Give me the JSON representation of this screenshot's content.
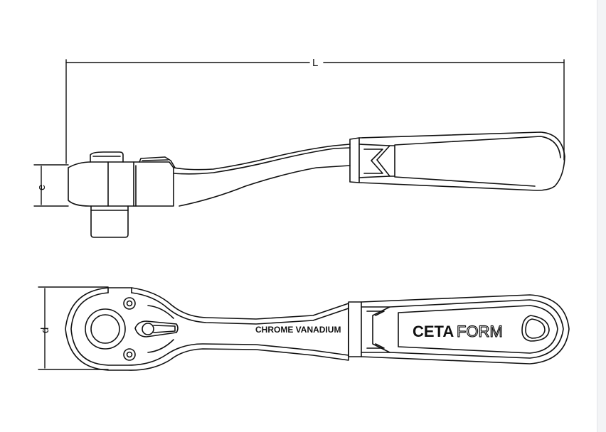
{
  "dimensions": {
    "length_label": "L",
    "height_label": "e",
    "width_label": "d"
  },
  "engraving": "CHROME VANADIUM",
  "brand": {
    "part1": "CETA",
    "part2": "FORM"
  },
  "colors": {
    "line": "#111111",
    "background": "#ffffff"
  }
}
